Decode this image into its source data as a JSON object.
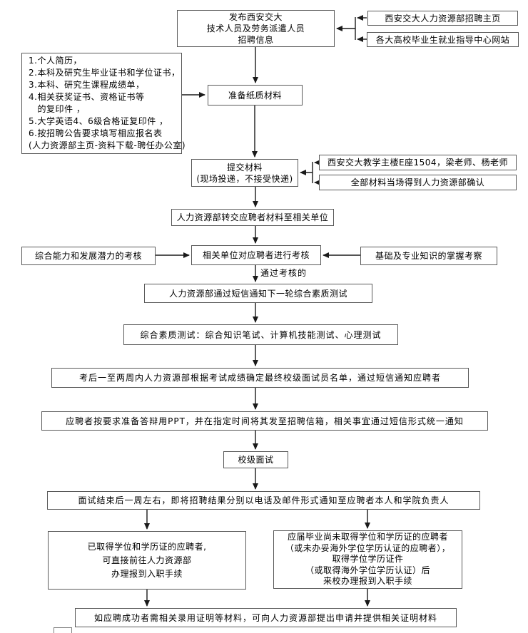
{
  "colors": {
    "background": "#ffffff",
    "box_border": "#595959",
    "flow_line": "#1a1a1a",
    "text": "#000000"
  },
  "nodes": {
    "publish": {
      "lines": [
        "发布西安交大",
        "技术人员及劳务派遣人员",
        "招聘信息"
      ]
    },
    "hr_homepage": {
      "lines": [
        "西安交大人力资源部招聘主页"
      ]
    },
    "job_center": {
      "lines": [
        "各大高校毕业生就业指导中心网站"
      ]
    },
    "materials_list": {
      "lines": [
        "1.个人简历，",
        "2.本科及研究生毕业证书和学位证书，",
        "3.本科、研究生课程成绩单，",
        "4.相关获奖证书、资格证书等",
        "　的复印件 ，",
        "5.大学英语4、6级合格证复印件 ，",
        "6.按招聘公告要求填写相应报名表",
        "(人力资源部主页-资料下载-聘任办公室)"
      ]
    },
    "prepare_paper": {
      "lines": [
        "准备纸质材料"
      ]
    },
    "submit": {
      "lines": [
        "提交材料",
        "(现场投递，不接受快递)"
      ]
    },
    "location": {
      "lines": [
        "西安交大教学主楼E座1504，梁老师、杨老师"
      ]
    },
    "confirm": {
      "lines": [
        "全部材料当场得到人力资源部确认"
      ]
    },
    "forward": {
      "lines": [
        "人力资源部转交应聘者材料至相关单位"
      ]
    },
    "ability_check": {
      "lines": [
        "综合能力和发展潜力的考核"
      ]
    },
    "unit_check": {
      "lines": [
        "相关单位对应聘者进行考核"
      ]
    },
    "knowledge_check": {
      "lines": [
        "基础及专业知识的掌握考察"
      ]
    },
    "pass_label": "通过考核的",
    "sms_notify": {
      "lines": [
        "人力资源部通过短信通知下一轮综合素质测试"
      ]
    },
    "quality_test": {
      "lines": [
        "综合素质测试：综合知识笔试、计算机技能测试、心理测试"
      ]
    },
    "final_list": {
      "lines": [
        "考后一至两周内人力资源部根据考试成绩确定最终校级面试员名单，通过短信通知应聘者"
      ]
    },
    "ppt_prep": {
      "lines": [
        "应聘者按要求准备答辩用PPT，并在指定时间将其发至招聘信箱，相关事宜通过短信形式统一通知"
      ]
    },
    "interview": {
      "lines": [
        "校级面试"
      ]
    },
    "result_notify": {
      "lines": [
        "面试结束后一周左右，即将招聘结果分别以电话及邮件形式通知至应聘者本人和学院负责人"
      ]
    },
    "has_degree": {
      "lines": [
        "已取得学位和学历证的应聘者,",
        "可直接前往人力资源部",
        "办理报到入职手续"
      ]
    },
    "no_degree": {
      "lines": [
        "应届毕业尚未取得学位和学历证的应聘者",
        "（或未办妥海外学位学历认证的应聘者），",
        "取得学位学历证件",
        "（或取得海外学位学历认证）后",
        "来校办理报到入职手续"
      ]
    },
    "proof": {
      "lines": [
        "如应聘成功者需相关录用证明等材料，可向人力资源部提出申请并提供相关证明材料"
      ]
    }
  }
}
